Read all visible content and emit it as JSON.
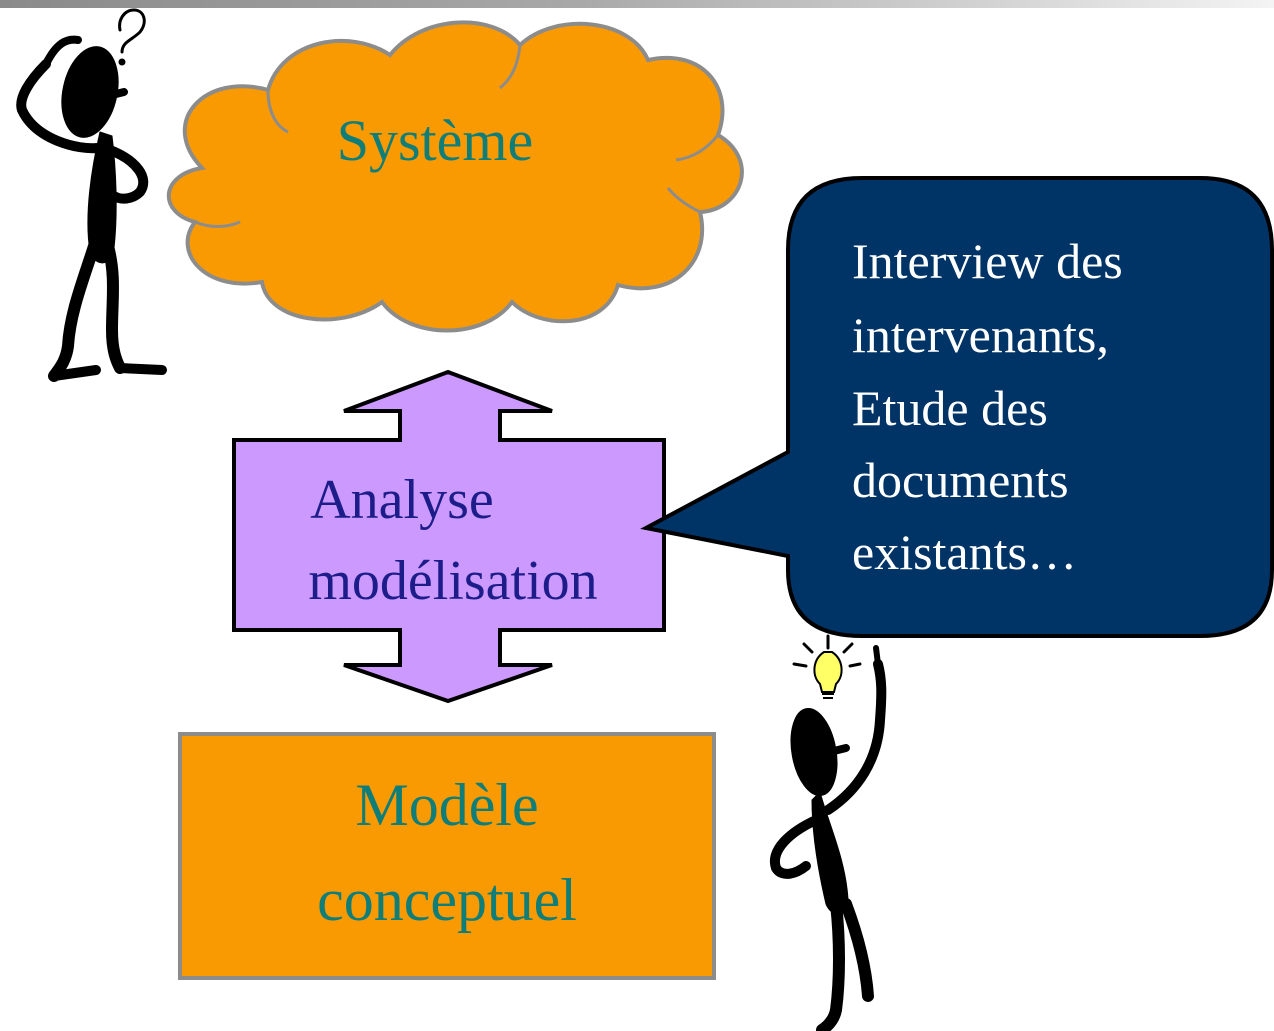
{
  "diagram": {
    "cloud_label": "Système",
    "arrow_label_lines": [
      "Analyse",
      "modélisation"
    ],
    "box_label_lines": [
      "Modèle",
      "conceptuel"
    ],
    "bubble_lines": [
      "Interview des",
      "intervenants,",
      "Etude des",
      "documents",
      "existants…"
    ],
    "question_mark": "?"
  },
  "colors": {
    "cloud_fill": "#f99a02",
    "box_fill": "#f99a02",
    "arrow_fill": "#cc99ff",
    "bubble_fill": "#003366",
    "teal_text": "#0f7d78",
    "navy_text": "#1d1d8a",
    "white_text": "#ffffff",
    "bulb": "#ffff66"
  },
  "icons": {
    "thinking_person": "person-scratching-head-icon",
    "idea_person": "person-with-idea-icon",
    "lightbulb": "lightbulb-icon"
  }
}
